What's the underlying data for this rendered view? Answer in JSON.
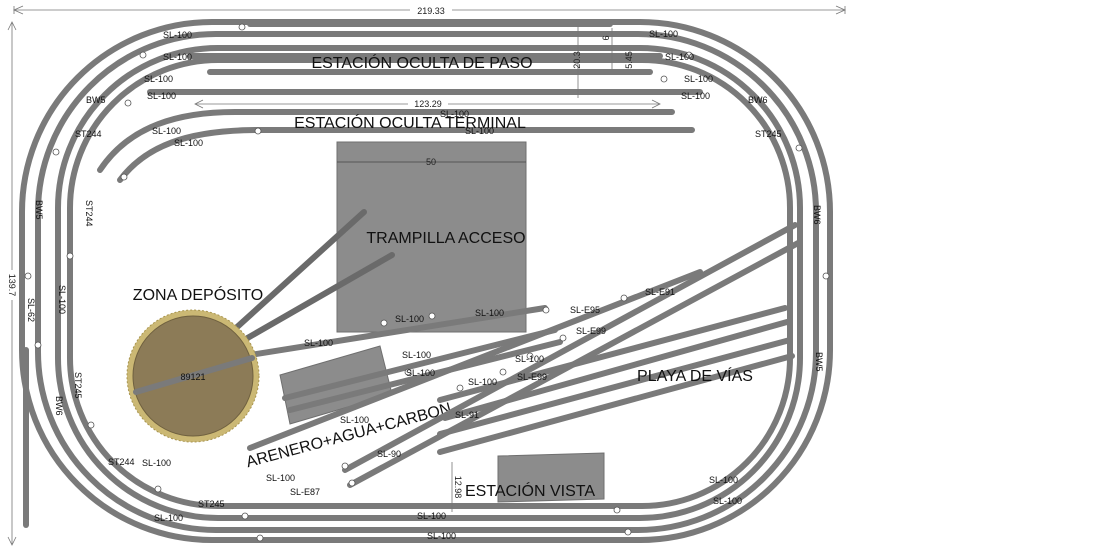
{
  "dimensions": {
    "total_width": "219.33",
    "total_height": "139.7",
    "inner_width": "123.29",
    "hatch_width": "50",
    "gap_small_a": "20.3",
    "gap_small_b": "6",
    "gap_small_c": "5.45",
    "vista_gap": "12.98"
  },
  "areas": {
    "hidden_through": "ESTACIÓN OCULTA DE PASO",
    "hidden_terminal": "ESTACIÓN OCULTA TERMINAL",
    "hatch": "TRAMPILLA ACCESO",
    "depot": "ZONA DEPÓSITO",
    "yard": "PLAYA DE VÍAS",
    "services": "ARENERO+AGUA+CARBON",
    "view_station": "ESTACIÓN VISTA",
    "turntable": "89121"
  },
  "part_labels": {
    "sl100": "SL-100",
    "bw5": "BW5",
    "bw6": "BW6",
    "st244": "ST244",
    "st245": "ST245",
    "sle95": "SL-E95",
    "sle91": "SL-E91",
    "sle99": "SL-E99",
    "sl91": "SL-91",
    "sl90": "SL-90",
    "sle87": "SL-E87",
    "sl62": "SL-62"
  },
  "colors": {
    "track": "#7a7a7a",
    "hatch_fill": "#8c8c8c",
    "turntable_fill": "#8c7b57",
    "turntable_rim": "#cbb874",
    "service_fill": "#8c8c8c"
  }
}
